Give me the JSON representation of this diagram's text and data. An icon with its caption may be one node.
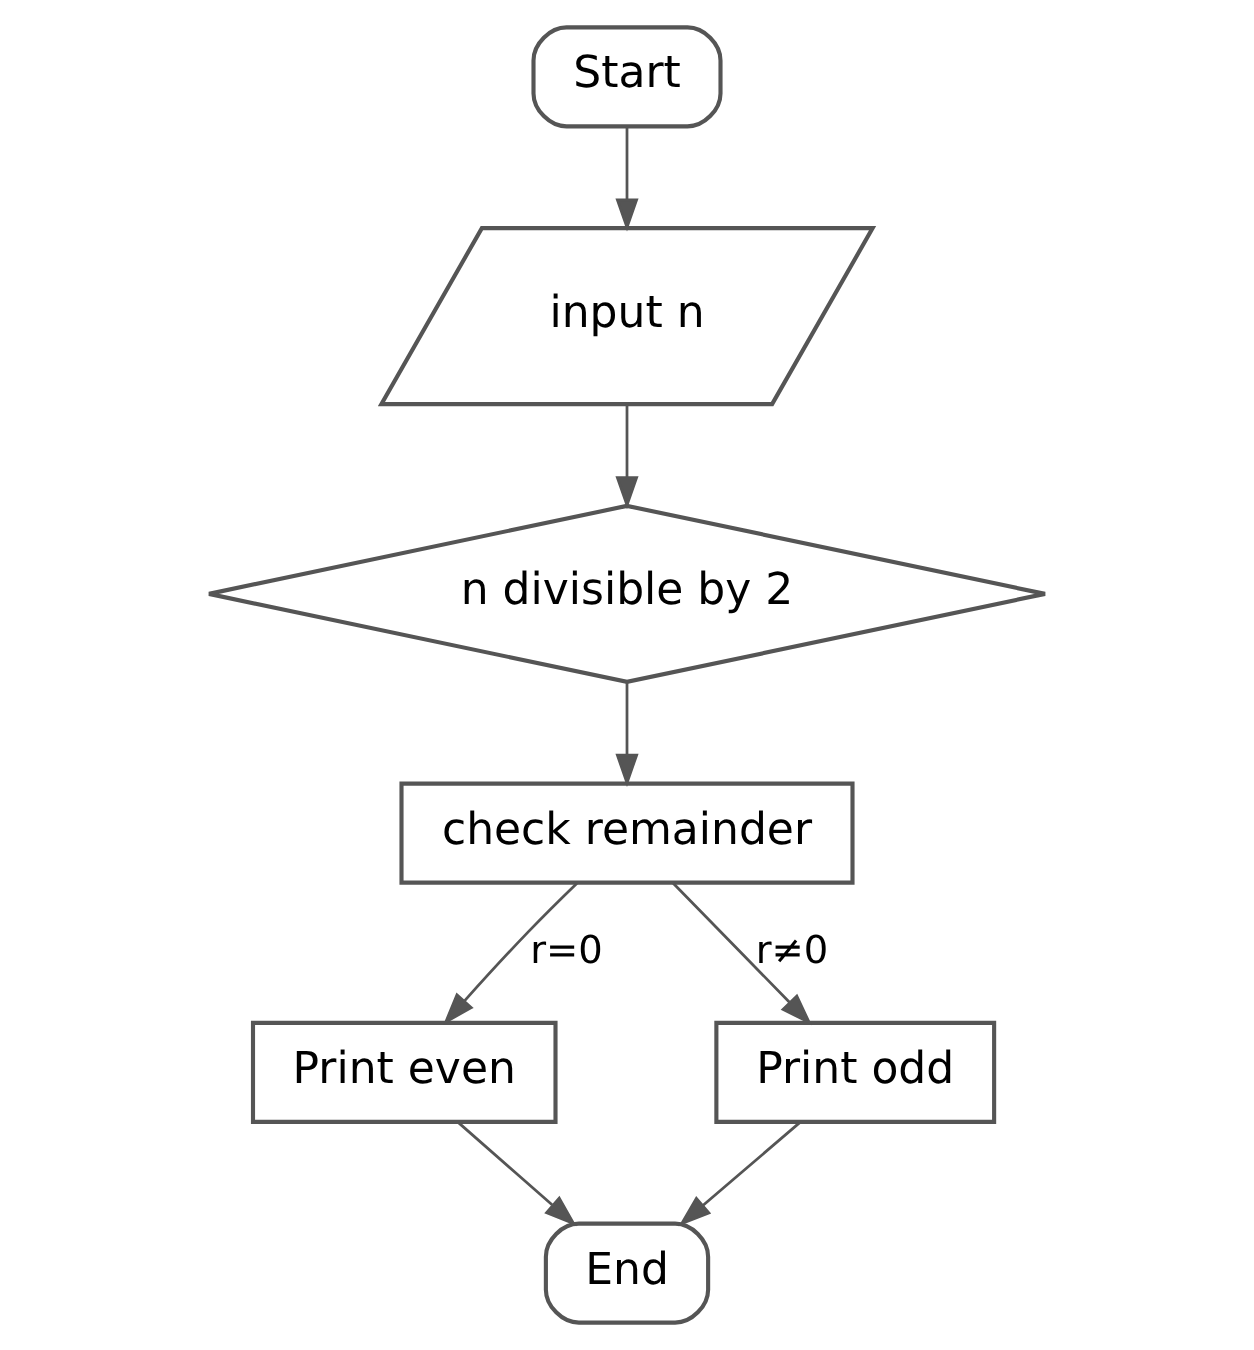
{
  "diagram": {
    "nodes": [
      {
        "text": [
          "Start"
        ]
      },
      {
        "text": [
          "input n"
        ]
      },
      {
        "text": [
          "n divisible by 2"
        ]
      },
      {
        "text": [
          "check remainder"
        ]
      },
      {
        "text": [
          "Print even"
        ]
      },
      {
        "text": [
          "Print odd"
        ]
      },
      {
        "text": [
          "End"
        ]
      }
    ],
    "edges": [
      {
        "from": 0,
        "to": 1,
        "arrow": "to"
      },
      {
        "from": 1,
        "to": 2,
        "arrow": "to"
      },
      {
        "from": 2,
        "to": 3,
        "arrow": "to"
      },
      {
        "from": 3,
        "to": 4,
        "label": "r=0",
        "arrow": "to"
      },
      {
        "from": 3,
        "to": 5,
        "label": "r≠0",
        "arrow": "to"
      },
      {
        "from": 4,
        "to": 6,
        "arrow": "to"
      },
      {
        "from": 5,
        "to": 6,
        "arrow": "to"
      }
    ]
  }
}
